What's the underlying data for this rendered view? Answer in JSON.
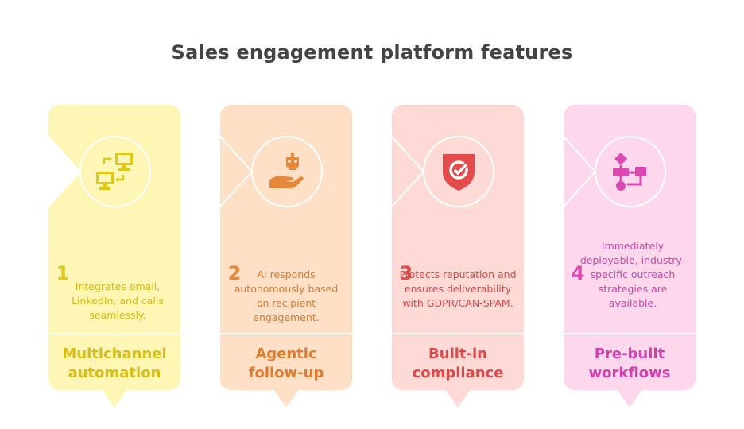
{
  "title": "Sales engagement platform features",
  "cards": [
    {
      "number": "1",
      "description": "Integrates email, LinkedIn, and calls seamlessly.",
      "label_line1": "Multichannel",
      "label_line2": "automation",
      "icon": "multichannel-computers-icon",
      "bg": "#fef6b4",
      "accent": "#e1c716"
    },
    {
      "number": "2",
      "description": "AI responds autonomously based on recipient engagement.",
      "label_line1": "Agentic",
      "label_line2": "follow-up",
      "icon": "robot-hand-icon",
      "bg": "#fde0c5",
      "accent": "#e7873a"
    },
    {
      "number": "3",
      "description": "Protects reputation and ensures deliverability with GDPR/CAN-SPAM.",
      "label_line1": "Built-in",
      "label_line2": "compliance",
      "icon": "shield-check-icon",
      "bg": "#fddad5",
      "accent": "#e44c4c"
    },
    {
      "number": "4",
      "description": "Immediately deployable, industry-specific outreach strategies are available.",
      "label_line1": "Pre-built",
      "label_line2": "workflows",
      "icon": "workflow-icon",
      "bg": "#fdd7ec",
      "accent": "#db48b2"
    }
  ]
}
